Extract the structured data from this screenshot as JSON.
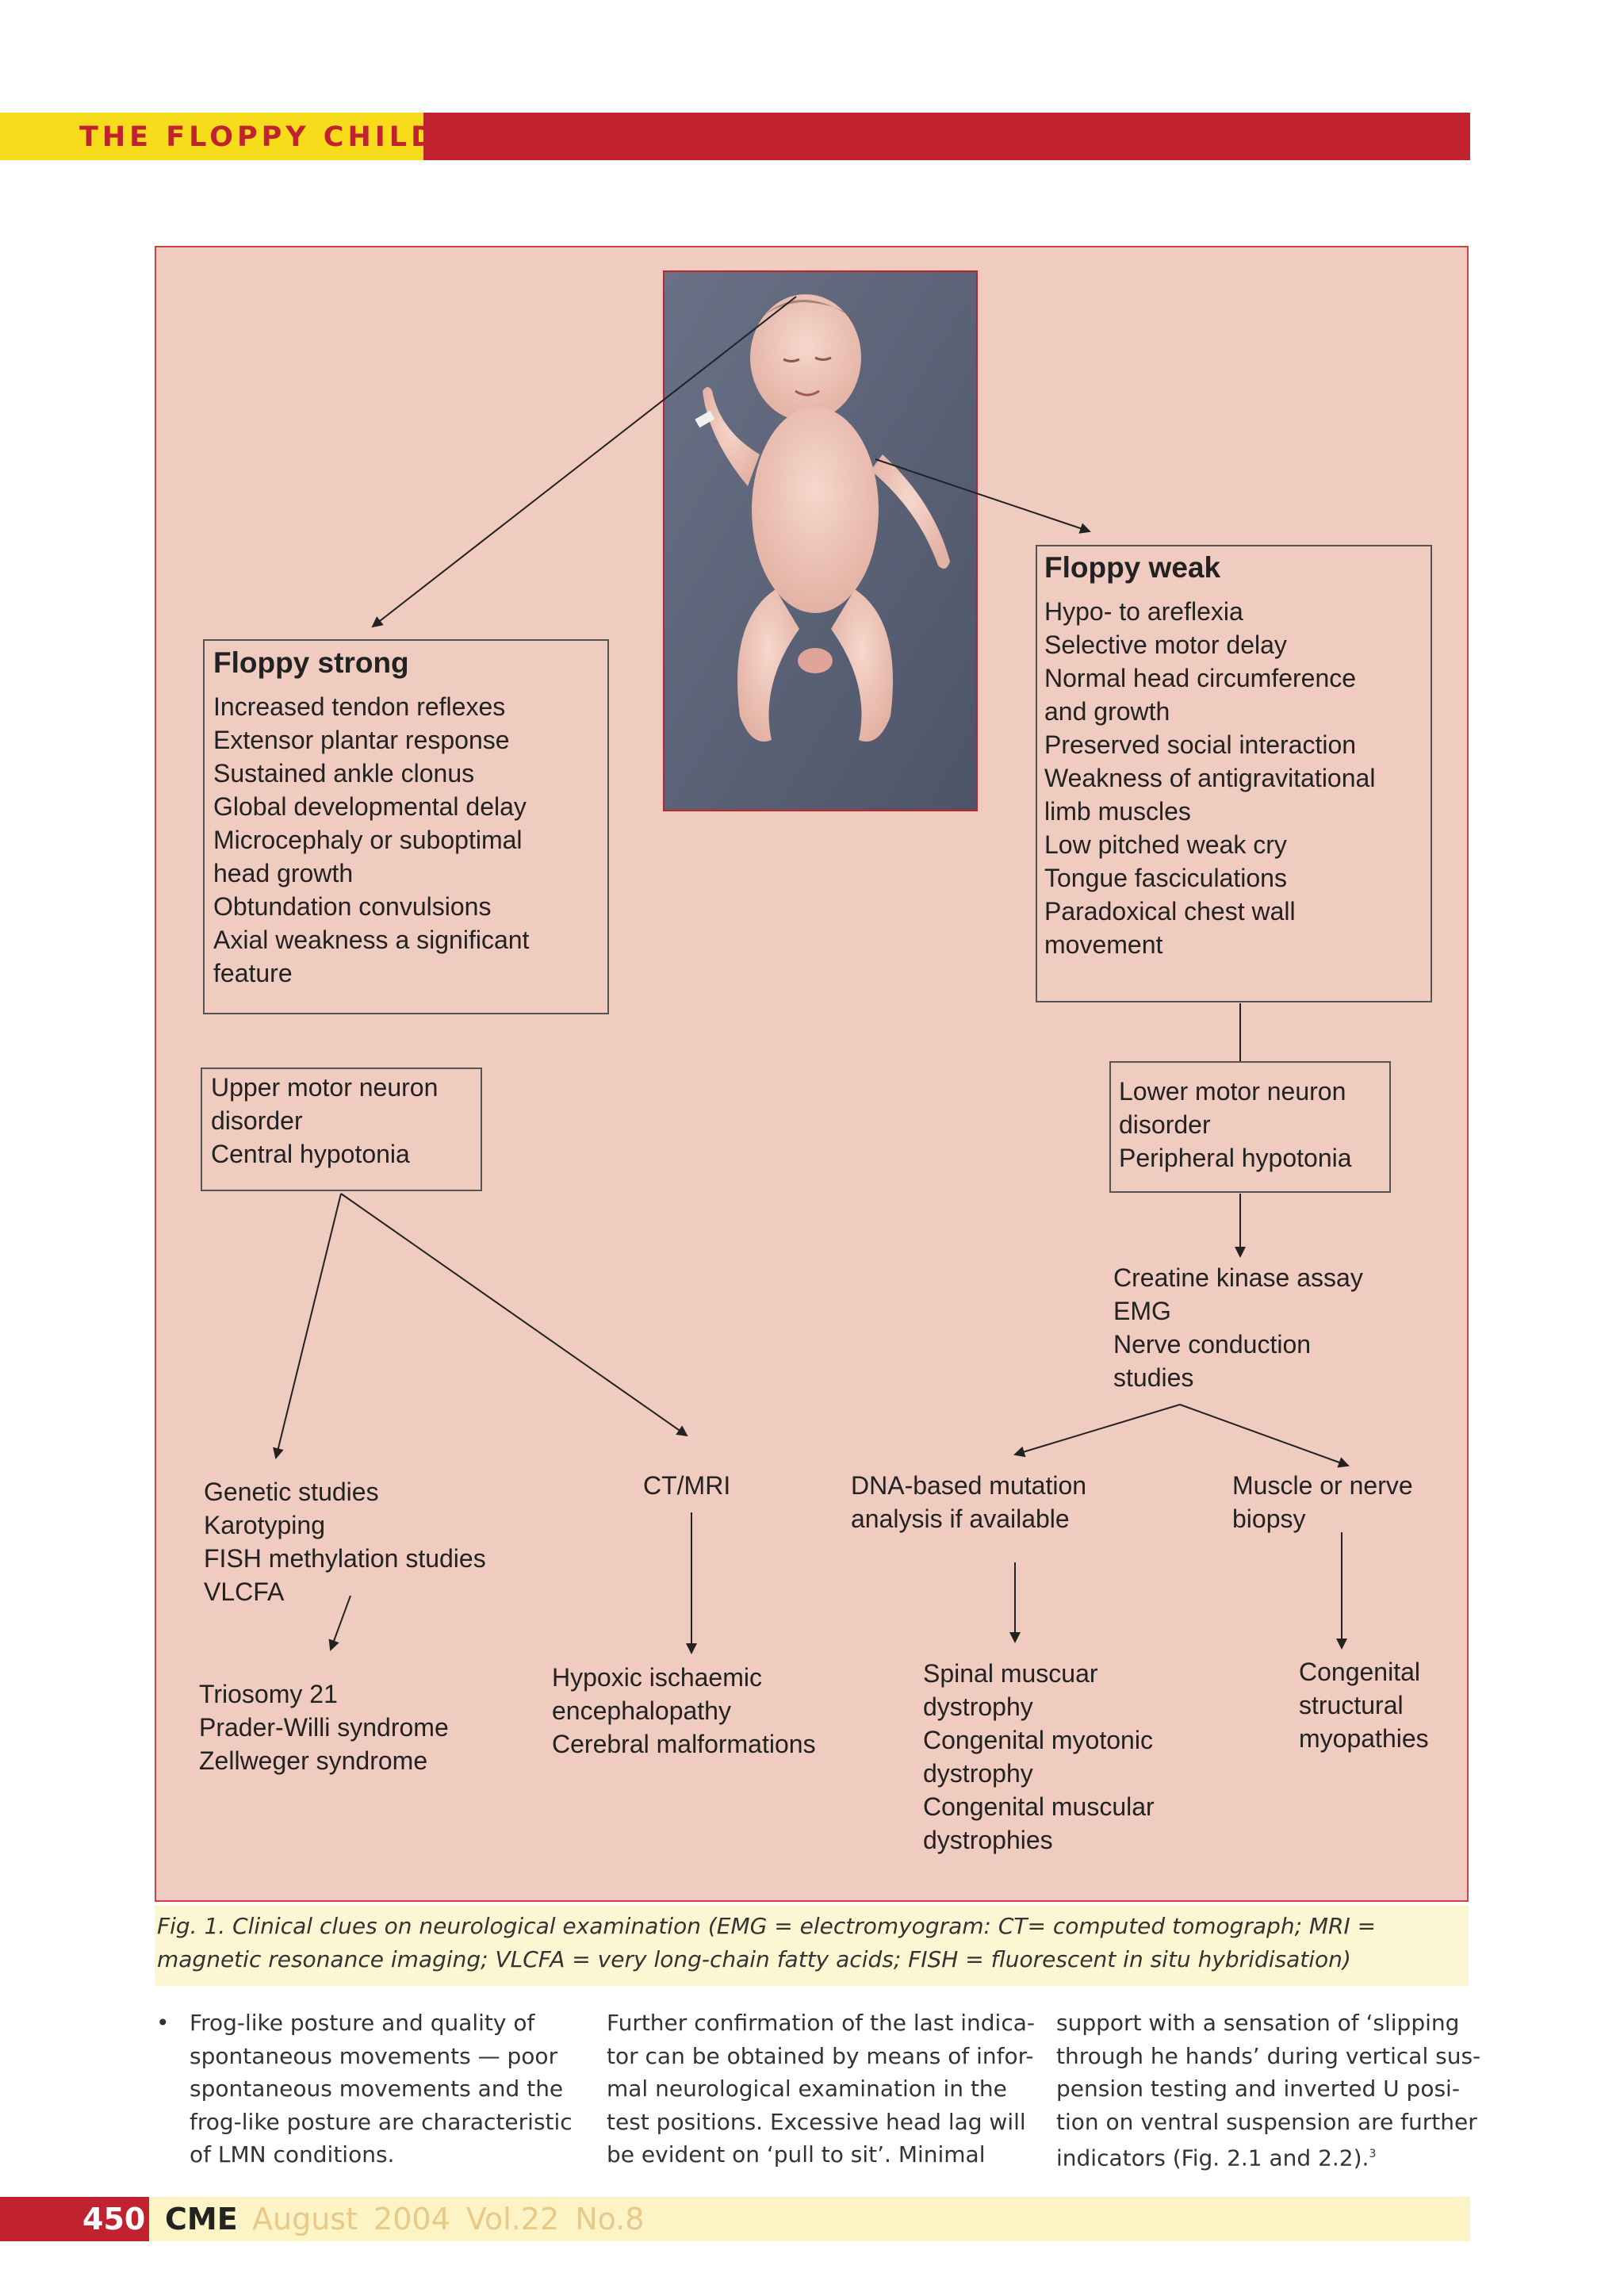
{
  "header": {
    "section_title": "THE FLOPPY CHILD",
    "colors": {
      "yellow": "#f7dc1c",
      "red": "#c0232f"
    }
  },
  "figure": {
    "photo": {
      "description_icon": "infant-photo"
    },
    "floppy_strong": {
      "heading": "Floppy strong",
      "lines": [
        "Increased tendon reflexes",
        "Extensor plantar response",
        "Sustained ankle clonus",
        "Global developmental delay",
        "Microcephaly or suboptimal",
        "head growth",
        "Obtundation convulsions",
        "Axial weakness a significant",
        "feature"
      ]
    },
    "floppy_weak": {
      "heading": "Floppy weak",
      "lines": [
        "Hypo- to areflexia",
        "Selective motor delay",
        "Normal head circumference",
        "and growth",
        "Preserved social interaction",
        "Weakness of antigravitational",
        "limb muscles",
        "Low pitched weak cry",
        "Tongue fasciculations",
        "Paradoxical chest wall",
        "movement"
      ]
    },
    "upper_motor": {
      "lines": [
        "Upper motor neuron",
        "disorder",
        "Central hypotonia"
      ]
    },
    "lower_motor": {
      "lines": [
        "Lower motor neuron",
        "disorder",
        "Peripheral hypotonia"
      ]
    },
    "tests": {
      "lines": [
        "Creatine kinase assay",
        "EMG",
        "Nerve conduction",
        "studies"
      ]
    },
    "genetic": {
      "lines": [
        "Genetic studies",
        "Karotyping",
        "FISH methylation studies",
        "VLCFA"
      ]
    },
    "ctmri": {
      "lines": [
        "CT/MRI"
      ]
    },
    "dna": {
      "lines": [
        "DNA-based mutation",
        "analysis if available"
      ]
    },
    "biopsy": {
      "lines": [
        "Muscle or nerve",
        "biopsy"
      ]
    },
    "syndromes": {
      "lines": [
        "Triosomy 21",
        "Prader-Willi syndrome",
        "Zellweger syndrome"
      ]
    },
    "hypoxic": {
      "lines": [
        "Hypoxic ischaemic",
        "encephalopathy",
        "Cerebral malformations"
      ]
    },
    "spinal": {
      "lines": [
        "Spinal muscuar",
        "dystrophy",
        "Congenital myotonic",
        "dystrophy",
        "Congenital muscular",
        "dystrophies"
      ]
    },
    "myopathies": {
      "lines": [
        "Congenital",
        "structural",
        "myopathies"
      ]
    },
    "caption": "Fig. 1. Clinical clues on neurological examination (EMG =  electromyogram: CT= computed tomograph; MRI = magnetic resonance imaging; VLCFA = very long-chain fatty acids; FISH = fluorescent in situ hybridisation)"
  },
  "body": {
    "bullet": "•",
    "col1": [
      "Frog-like posture and quality of",
      "spontaneous movements — poor",
      "spontaneous movements and the",
      "frog-like posture are characteristic",
      "of LMN conditions."
    ],
    "col2": [
      "Further confirmation of the last indica-",
      "tor can be obtained by means of infor-",
      "mal neurological examination in the",
      "test positions. Excessive head lag will",
      "be evident on ‘pull to sit’. Minimal"
    ],
    "col3": [
      "support with a sensation of ‘slipping",
      "through he hands’ during vertical sus-",
      "pension testing and inverted U posi-",
      "tion on ventral suspension are further",
      "indicators (Fig. 2.1 and 2.2)."
    ],
    "col3_ref": "3"
  },
  "footer": {
    "page": "450",
    "journal": "CME",
    "issue": "August  2004  Vol.22  No.8"
  }
}
